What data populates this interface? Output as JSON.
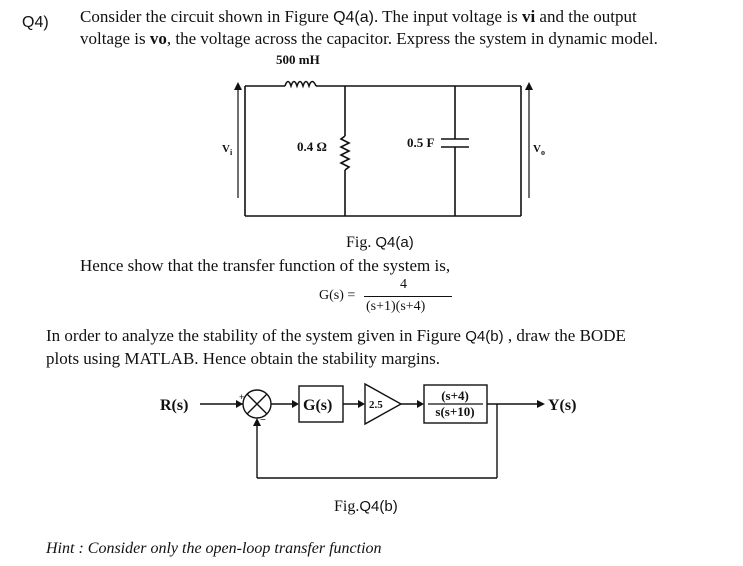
{
  "question": {
    "number": "Q4)",
    "intro_line1_a": "Consider the circuit shown in Figure ",
    "intro_line1_fig": "Q4(a)",
    "intro_line1_b": ". The input voltage is ",
    "intro_line1_vi": "vi",
    "intro_line1_c": " and the output",
    "intro_line2_a": "voltage is ",
    "intro_line2_vo": "vo",
    "intro_line2_b": ", the voltage across the capacitor. Express the system in dynamic model."
  },
  "circuit": {
    "inductor_label": "500 mH",
    "resistor_label": "0.4 Ω",
    "capacitor_label": "0.5 F",
    "input_label": "V",
    "input_sub": "i",
    "output_label": "V",
    "output_sub": "o"
  },
  "fig_a": {
    "prefix": "Fig. ",
    "name": "Q4(a)"
  },
  "hence_text": "Hence show that the transfer function of the system is,",
  "transfer_function": {
    "lhs": "G(s) =",
    "numerator": "4",
    "denominator": "(s+1)(s+4)"
  },
  "para2": {
    "line1_a": "In order to analyze the stability of the system given in Figure ",
    "line1_fig": "Q4(b)",
    "line1_b": " , draw the BODE",
    "line2": "plots using MATLAB. Hence obtain the stability margins."
  },
  "block_diagram": {
    "input": "R(s)",
    "plus": "+",
    "minus": "−",
    "plant": "G(s)",
    "gain": "2.5",
    "comp_num": "(s+4)",
    "comp_den": "s(s+10)",
    "output": "Y(s)"
  },
  "fig_b": {
    "prefix": "Fig.",
    "name": "Q4(b)"
  },
  "hint": "Hint : Consider only the open-loop transfer function"
}
